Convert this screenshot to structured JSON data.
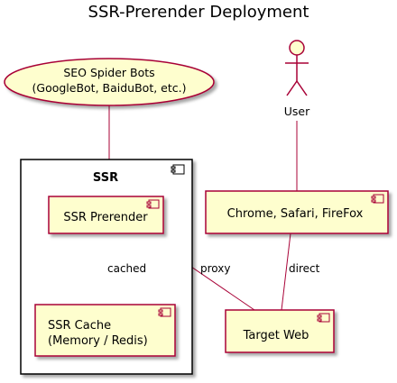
{
  "diagram": {
    "title": "SSR-Prerender Deployment",
    "nodes": {
      "seo": {
        "line1": "SEO Spider Bots",
        "line2": "(GoogleBot, BaiduBot, etc.)"
      },
      "user": {
        "label": "User"
      },
      "ssr_group": {
        "label": "SSR"
      },
      "prerender": {
        "label": "SSR Prerender"
      },
      "cache": {
        "line1": "SSR Cache",
        "line2": "(Memory / Redis)"
      },
      "browser": {
        "label": "Chrome, Safari, FireFox"
      },
      "target": {
        "label": "Target Web"
      }
    },
    "edges": {
      "cached": "cached",
      "proxy": "proxy",
      "direct": "direct"
    },
    "colors": {
      "node_fill": "#FEFECE",
      "node_stroke": "#A80036",
      "frame_stroke": "#000000",
      "edge": "#A80036"
    }
  }
}
